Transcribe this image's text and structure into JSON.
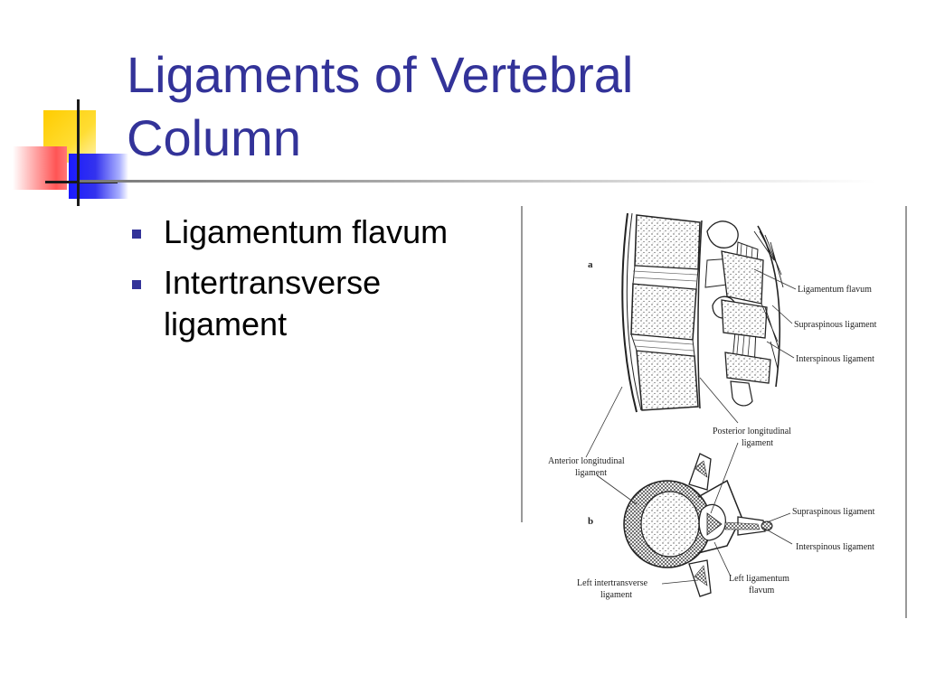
{
  "slide": {
    "title": "Ligaments of Vertebral Column",
    "bullets": [
      "Ligamentum flavum",
      "Intertransverse ligament"
    ]
  },
  "figure": {
    "panel_a": "a",
    "panel_b": "b",
    "labels": {
      "a_lig_flavum": "Ligamentum flavum",
      "a_supraspinous": "Supraspinous ligament",
      "a_interspinous": "Interspinous ligament",
      "posterior_longitudinal_1": "Posterior longitudinal",
      "posterior_longitudinal_2": "ligament",
      "anterior_longitudinal_1": "Anterior longitudinal",
      "anterior_longitudinal_2": "ligament",
      "b_supraspinous": "Supraspinous ligament",
      "b_interspinous": "Interspinous ligament",
      "left_intertransverse_1": "Left intertransverse",
      "left_intertransverse_2": "ligament",
      "left_lig_flavum_1": "Left ligamentum",
      "left_lig_flavum_2": "flavum"
    }
  },
  "colors": {
    "title": "#333399",
    "bullet": "#333399"
  }
}
